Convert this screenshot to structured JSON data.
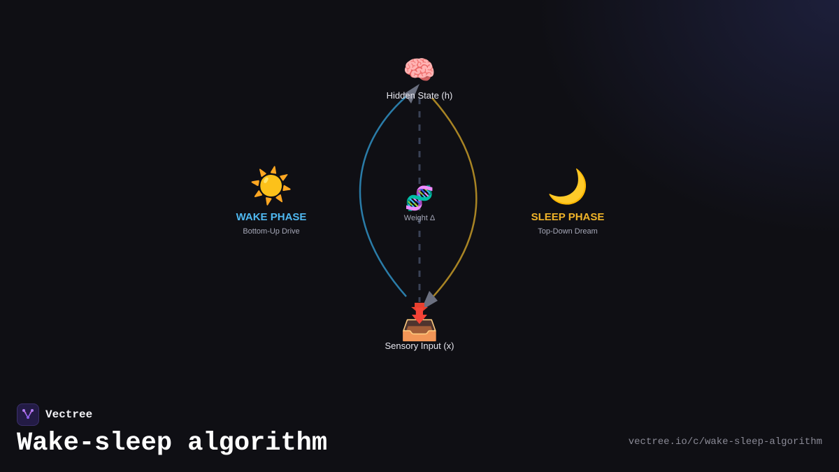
{
  "colors": {
    "wake": "#4fb8f0",
    "sleep": "#f0b429",
    "wake_arc": "#2a7ca8",
    "sleep_arc": "#a88424",
    "weight_line": "#3a4256",
    "arrow_head": "#6b7080"
  },
  "diagram": {
    "hidden": {
      "icon": "🧠",
      "icon_name": "brain-icon",
      "label": "Hidden State (h)"
    },
    "input": {
      "icon": "📥",
      "icon_name": "inbox-tray-icon",
      "label": "Sensory Input (x)"
    },
    "weight": {
      "icon": "🧬",
      "icon_name": "dna-icon",
      "label": "Weight Δ"
    },
    "wake": {
      "icon": "☀️",
      "icon_name": "sun-icon",
      "title": "WAKE PHASE",
      "subtitle": "Bottom-Up Drive"
    },
    "sleep": {
      "icon": "🌙",
      "icon_name": "crescent-moon-icon",
      "title": "SLEEP PHASE",
      "subtitle": "Top-Down Dream"
    }
  },
  "footer": {
    "brand": "Vectree",
    "title": "Wake-sleep algorithm",
    "url": "vectree.io/c/wake-sleep-algorithm"
  }
}
